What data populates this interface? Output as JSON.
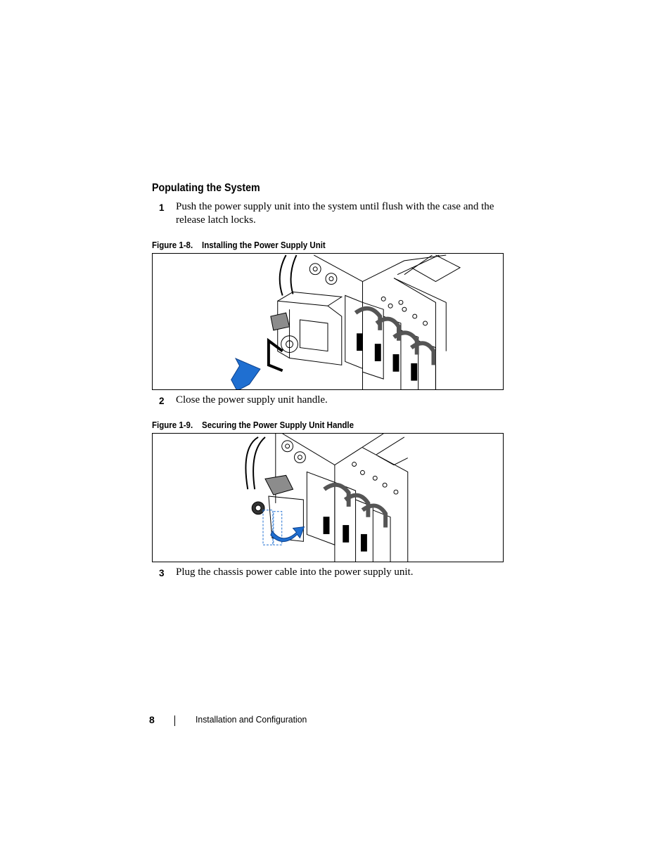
{
  "section": {
    "title": "Populating the System"
  },
  "steps": [
    {
      "number": "1",
      "text": "Push the power supply unit into the system until flush with the case and the release latch locks."
    },
    {
      "number": "2",
      "text": "Close the power supply unit handle."
    },
    {
      "number": "3",
      "text": "Plug the chassis power cable into the power supply unit."
    }
  ],
  "figures": [
    {
      "label": "Figure 1-8.",
      "title": "Installing the Power Supply Unit"
    },
    {
      "label": "Figure 1-9.",
      "title": "Securing the Power Supply Unit Handle"
    }
  ],
  "footer": {
    "page_number": "8",
    "section_title": "Installation and Configuration"
  },
  "colors": {
    "arrow": "#1f6fd1",
    "handle": "#8c8c8c",
    "line": "#000000"
  }
}
